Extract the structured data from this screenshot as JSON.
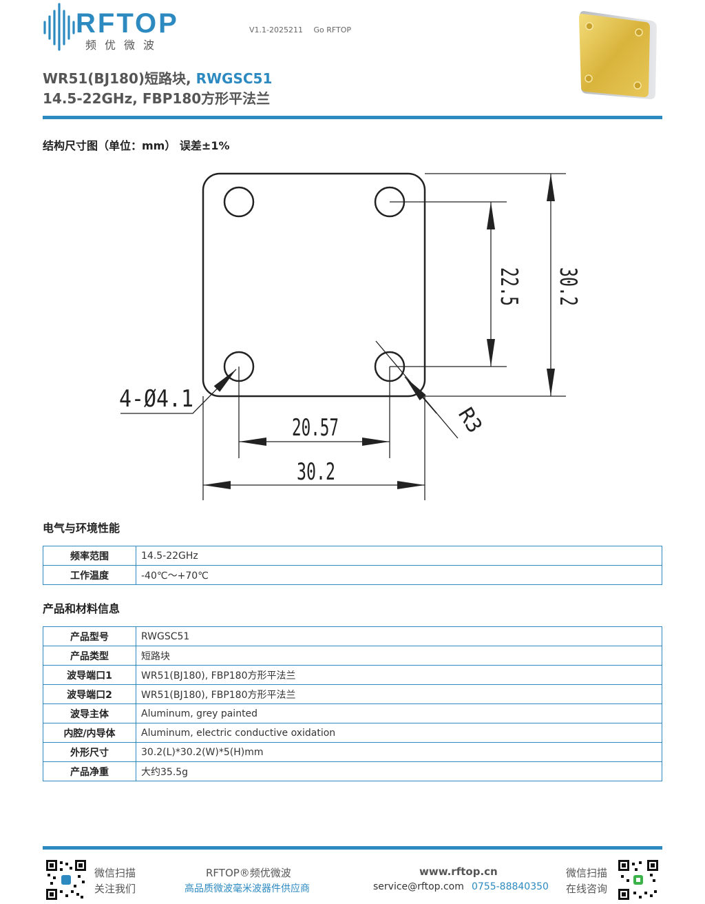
{
  "header": {
    "logo_text": "RFTOP",
    "logo_sub": "频优微波",
    "version": "V1.1-2025211",
    "go_label": "Go RFTOP"
  },
  "title": {
    "line1_main": "WR51(BJ180)短路块, ",
    "line1_highlight": "RWGSC51",
    "line2": "14.5-22GHz, FBP180方形平法兰"
  },
  "drawing": {
    "section_title": "结构尺寸图（单位：mm）  误差±1%",
    "dim_hole": "4-Ø4.1",
    "dim_hole_spacing_h": "20.57",
    "dim_width": "30.2",
    "dim_hole_spacing_v": "22.5",
    "dim_height": "30.2",
    "dim_radius": "R3"
  },
  "electrical": {
    "section_title": "电气与环境性能",
    "rows": [
      {
        "key": "频率范围",
        "value": "14.5-22GHz"
      },
      {
        "key": "工作温度",
        "value": "-40℃～+70℃"
      }
    ]
  },
  "product": {
    "section_title": "产品和材料信息",
    "rows": [
      {
        "key": "产品型号",
        "value": "RWGSC51"
      },
      {
        "key": "产品类型",
        "value": "短路块"
      },
      {
        "key": "波导端口1",
        "value": "WR51(BJ180), FBP180方形平法兰"
      },
      {
        "key": "波导端口2",
        "value": "WR51(BJ180), FBP180方形平法兰"
      },
      {
        "key": "波导主体",
        "value": "Aluminum, grey painted"
      },
      {
        "key": "内腔/内导体",
        "value": "Aluminum, electric conductive oxidation"
      },
      {
        "key": "外形尺寸",
        "value": "30.2(L)*30.2(W)*5(H)mm"
      },
      {
        "key": "产品净重",
        "value": "大约35.5g"
      }
    ]
  },
  "footer": {
    "wechat_scan_1": "微信扫描",
    "follow_us": "关注我们",
    "brand": "RFTOP®频优微波",
    "slogan": "高品质微波毫米波器件供应商",
    "website": "www.rftop.cn",
    "email": "service@rftop.com",
    "phone": "0755-88840350",
    "wechat_scan_2": "微信扫描",
    "online_consult": "在线咨询"
  },
  "colors": {
    "brand_blue": "#2c8ac0",
    "gold": "#d9b43c"
  }
}
